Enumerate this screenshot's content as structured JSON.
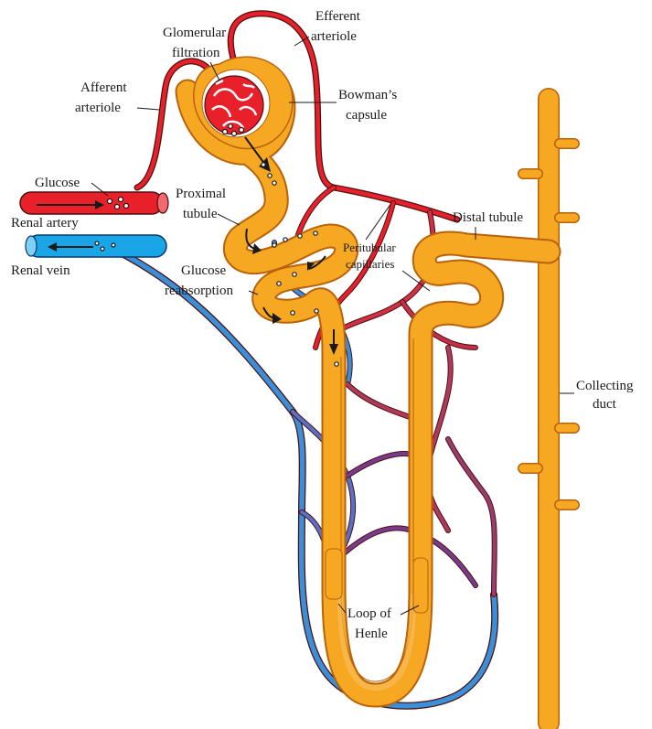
{
  "colors": {
    "tubule": "#f7a823",
    "tubule_edge": "#b8620a",
    "artery": "#e8202a",
    "vein": "#1a9be0",
    "mixed": "#7a3b8c",
    "vessel_edge": "#4a1010",
    "text": "#1a1a1a"
  },
  "labels": {
    "efferent_arteriole": [
      "Efferent",
      "arteriole"
    ],
    "glomerular_filtration": [
      "Glomerular",
      "filtration"
    ],
    "afferent_arteriole": [
      "Afferent",
      "arteriole"
    ],
    "bowmans_capsule": [
      "Bowman’s",
      "capsule"
    ],
    "glucose": "Glucose",
    "renal_artery": "Renal artery",
    "renal_vein": "Renal vein",
    "proximal_tubule": [
      "Proximal",
      "tubule"
    ],
    "distal_tubule": "Distal tubule",
    "peritubular_capillaries": [
      "Peritubular",
      "capillaries"
    ],
    "glucose_reabsorption": [
      "Glucose",
      "reabsorption"
    ],
    "collecting_duct": [
      "Collecting",
      "duct"
    ],
    "loop_of_henle": [
      "Loop of",
      "Henle"
    ]
  }
}
